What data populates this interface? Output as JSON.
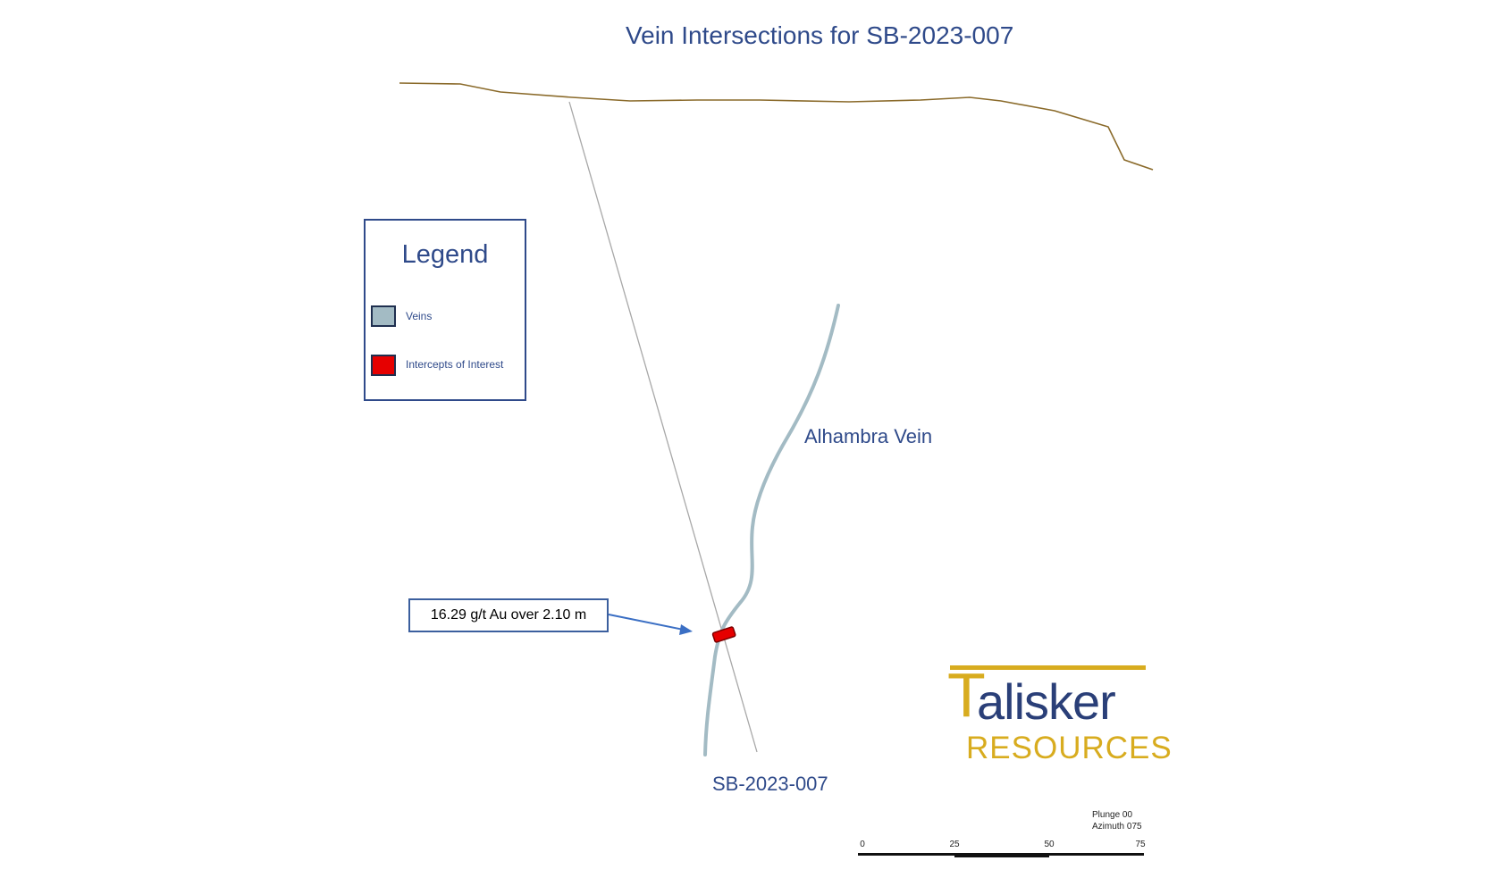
{
  "title": "Vein Intersections for SB-2023-007",
  "legend": {
    "title": "Legend",
    "items": [
      {
        "label": "Veins",
        "color": "#a3bbc4"
      },
      {
        "label": "Intercepts of Interest",
        "color": "#e60000"
      }
    ]
  },
  "vein_name": "Alhambra Vein",
  "drillhole": "SB-2023-007",
  "callout": "16.29 g/t Au over 2.10 m",
  "logo": {
    "initial": "T",
    "main": "alisker",
    "sub": "RESOURCES",
    "primary_color": "#2a3f78",
    "accent_color": "#d8ac1f"
  },
  "orientation": {
    "plunge": "Plunge 00",
    "azimuth": "Azimuth 075"
  },
  "scale_bar": {
    "ticks": [
      "0",
      "25",
      "50",
      "75"
    ]
  },
  "colors": {
    "title_text": "#2f4a8a",
    "topography": "#8a6a2a",
    "drill_trace": "#a8a8a8",
    "vein": "#a3bbc4",
    "intercept": "#e60000",
    "arrow": "#3b6fc4"
  }
}
